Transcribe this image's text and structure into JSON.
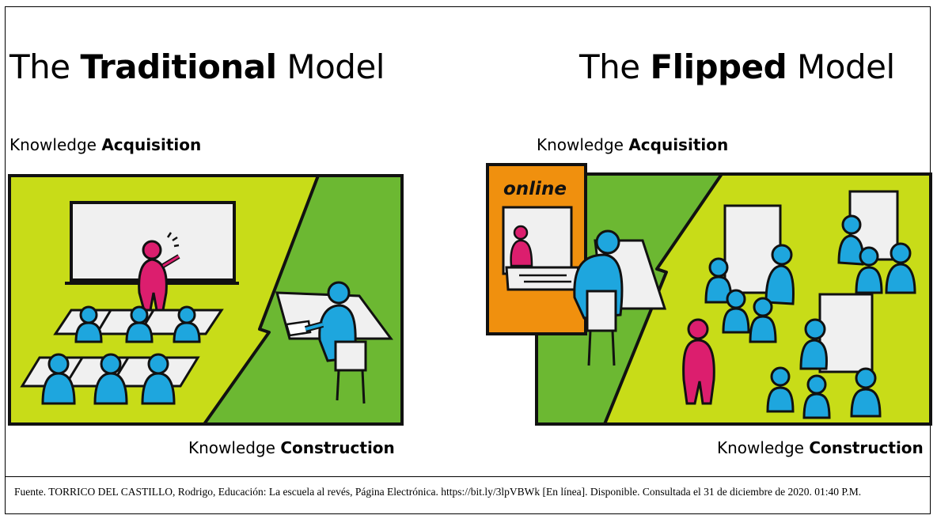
{
  "traditional": {
    "title_pre": "The",
    "title_bold": "Traditional",
    "title_post": "Model",
    "acquisition_pre": "Knowledge",
    "acquisition_bold": "Acquisition",
    "construction_pre": "Knowledge",
    "construction_bold": "Construction"
  },
  "flipped": {
    "title_pre": "The",
    "title_bold": "Flipped",
    "title_post": "Model",
    "acquisition_pre": "Knowledge",
    "acquisition_bold": "Acquisition",
    "construction_pre": "Knowledge",
    "construction_bold": "Construction",
    "online_label": "online"
  },
  "source": {
    "text": "Fuente. TORRICO DEL CASTILLO, Rodrigo, Educación: La escuela al revés, Página Electrónica. https://bit.ly/3lpVBWk  [En línea]. Disponible.  Consultada el 31 de diciembre de 2020. 01:40 P.M."
  },
  "colors": {
    "yellow_green": "#c8dc18",
    "green": "#6cb832",
    "blue": "#1ea6de",
    "magenta": "#dc1e6e",
    "orange": "#f0900e",
    "board": "#f0f0f0"
  }
}
